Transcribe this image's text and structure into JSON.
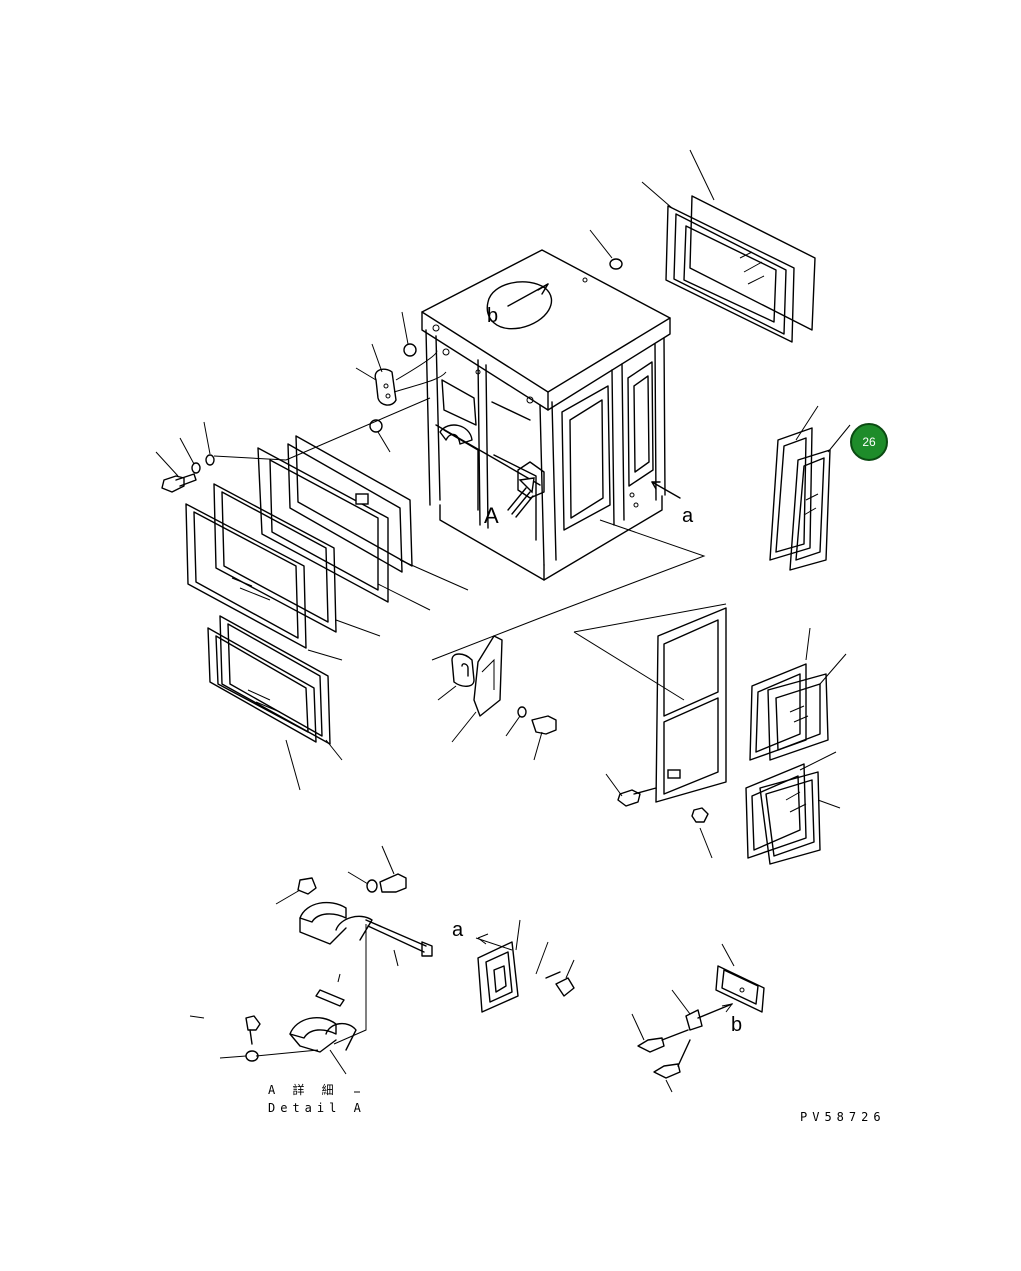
{
  "labels": {
    "view_A": "A",
    "mark_b_top": "b",
    "mark_a_right": "a",
    "mark_a_lower": "a",
    "mark_b_lower": "b"
  },
  "badge": {
    "number": "26",
    "color": "#1e8c2a"
  },
  "caption": {
    "detail_jp": "A 詳 細",
    "detail_en": "Detail A",
    "drawing_no": "PV58726"
  }
}
